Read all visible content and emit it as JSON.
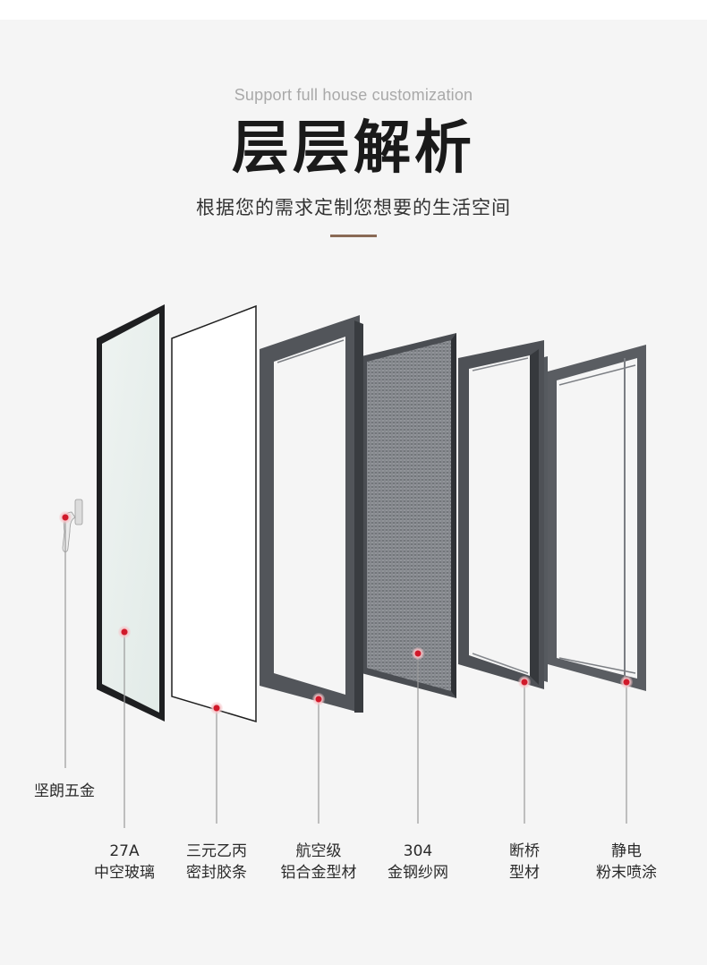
{
  "header": {
    "subtitle_en": "Support full house customization",
    "title": "层层解析",
    "tagline": "根据您的需求定制您想要的生活空间"
  },
  "colors": {
    "accent_line": "#8a6a55",
    "marker": "#d0192a",
    "frame": "#4d5055",
    "background": "#f5f5f5"
  },
  "labels": {
    "hardware": {
      "line1": "坚朗五金"
    },
    "glass": {
      "line1": "27A",
      "line2": "中空玻璃"
    },
    "sealant": {
      "line1": "三元乙丙",
      "line2": "密封胶条"
    },
    "aluminum": {
      "line1": "航空级",
      "line2": "铝合金型材"
    },
    "mesh": {
      "line1": "304",
      "line2": "金钢纱网"
    },
    "bridge": {
      "line1": "断桥",
      "line2": "型材"
    },
    "coating": {
      "line1": "静电",
      "line2": "粉末喷涂"
    }
  }
}
